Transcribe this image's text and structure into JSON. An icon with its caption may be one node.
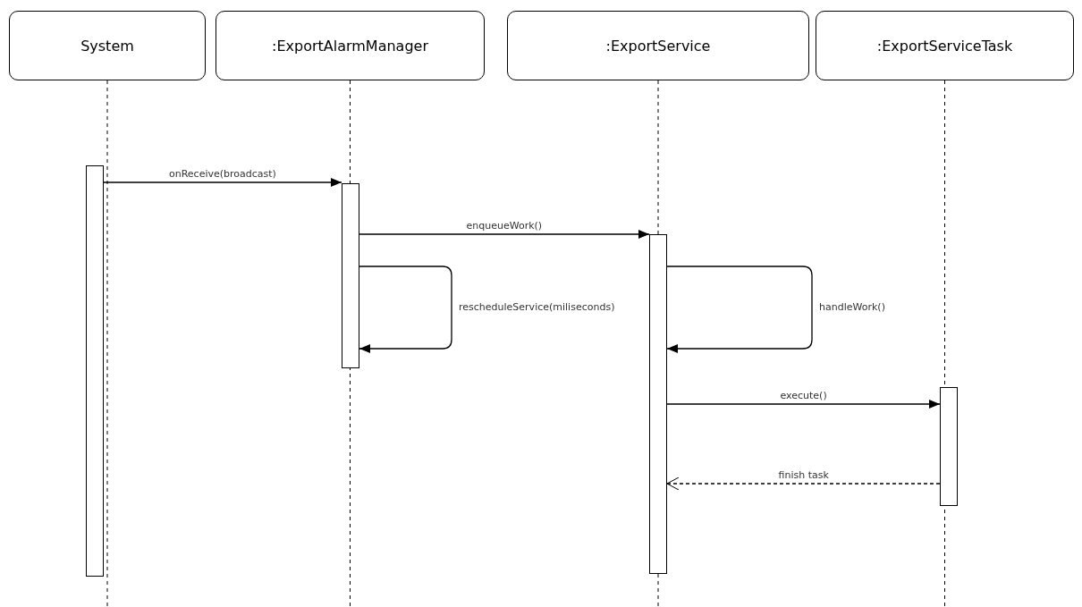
{
  "diagram": {
    "nodes": [
      {
        "text": [
          "System"
        ]
      },
      {
        "text": [
          ":ExportAlarmManager"
        ]
      },
      {
        "text": [
          ":ExportService"
        ]
      },
      {
        "text": [
          ":ExportServiceTask"
        ]
      },
      {
        "text": [],
        "shape": "bar"
      },
      {
        "text": [],
        "shape": "bar"
      },
      {
        "text": [],
        "shape": "bar"
      },
      {
        "text": [],
        "shape": "bar"
      }
    ],
    "edges": [
      {
        "from": 4,
        "to": 5,
        "arrow": "to",
        "label": "onReceive(broadcast)"
      },
      {
        "from": 5,
        "to": 6,
        "arrow": "to",
        "label": "enqueueWork()"
      },
      {
        "from": 5,
        "to": 5,
        "arrow": "to",
        "label": "rescheduleService(miliseconds)"
      },
      {
        "from": 6,
        "to": 6,
        "arrow": "to",
        "label": "handleWork()"
      },
      {
        "from": 6,
        "to": 7,
        "arrow": "to",
        "label": "execute()"
      },
      {
        "from": 7,
        "to": 6,
        "arrow": "to",
        "label": "finish task",
        "style": "dashed"
      }
    ]
  }
}
